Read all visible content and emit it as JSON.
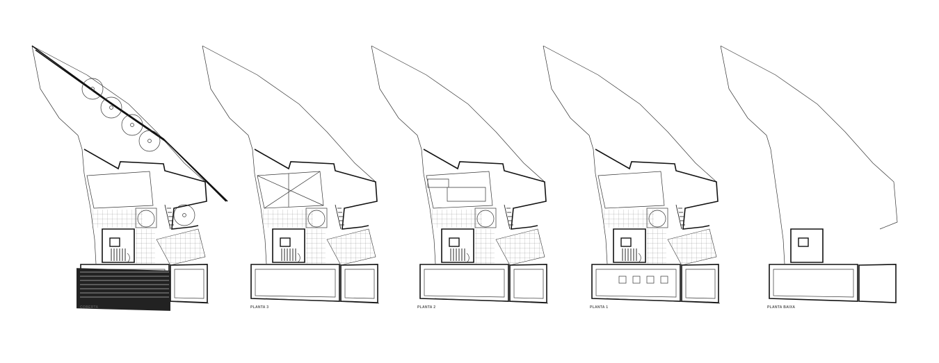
{
  "plans": [
    {
      "label": "COBERTA"
    },
    {
      "label": "PLANTA 3"
    },
    {
      "label": "PLANTA 2"
    },
    {
      "label": "PLANTA 1"
    },
    {
      "label": "PLANTA BAIXA"
    }
  ],
  "colors": {
    "line": "#111111",
    "background": "#ffffff"
  }
}
